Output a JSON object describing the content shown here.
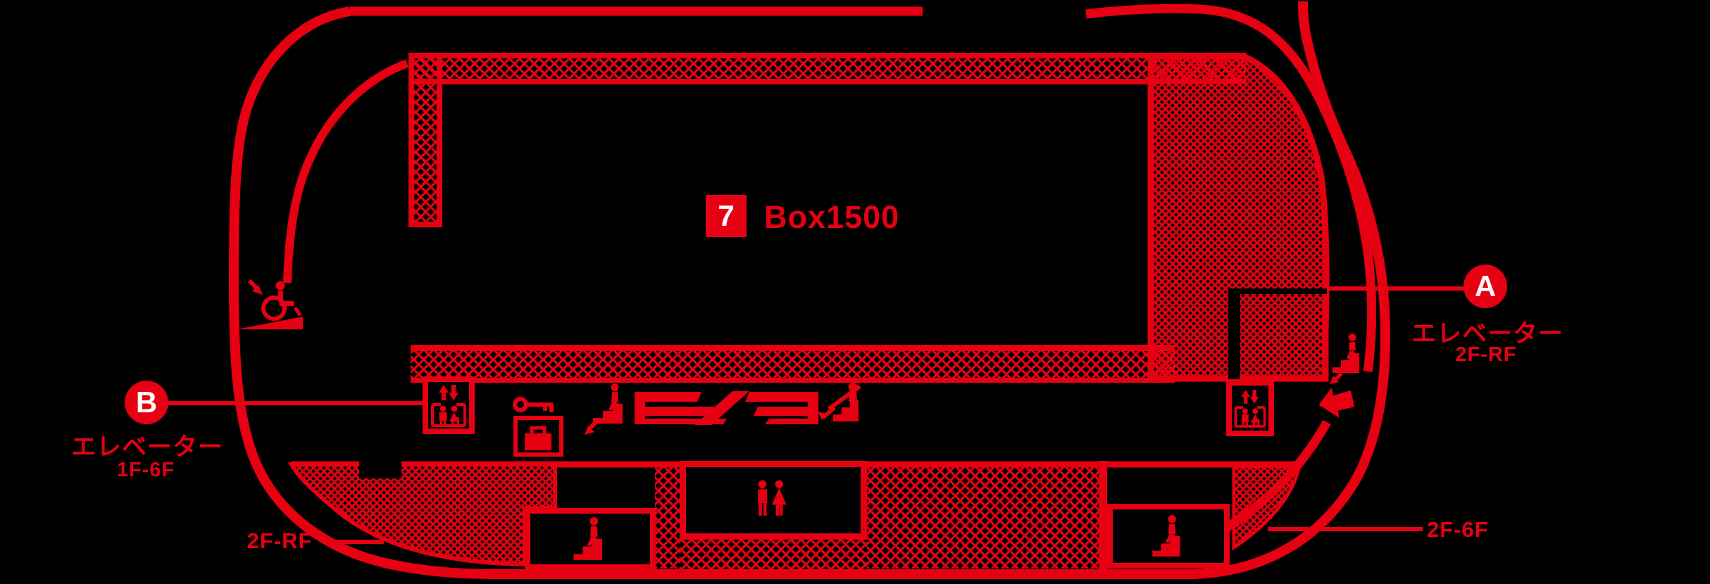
{
  "colors": {
    "background": "#000000",
    "accent_red": "#e60012",
    "label_white": "#ffffff"
  },
  "hall_badge": {
    "number": "7",
    "label": "Box1500"
  },
  "elevator_a": {
    "letter": "A",
    "label": "エレベーター",
    "floors": "2F-RF"
  },
  "elevator_b": {
    "letter": "B",
    "label": "エレベーター",
    "floors": "1F-6F"
  },
  "stairs_bottom_left": {
    "floors": "2F-RF"
  },
  "stairs_bottom_right": {
    "floors": "2F-6F"
  },
  "icons": {
    "wheelchair": "wheelchair-ramp-icon",
    "elevator": "elevator-icon",
    "coin_locker": "coin-locker-key-icon",
    "stairs_down": "stairs-down-icon",
    "escalator": "escalator-icon",
    "stairs_up": "stairs-up-icon",
    "restroom": "restroom-icon",
    "entrance_arrow": "entrance-arrow-icon"
  }
}
